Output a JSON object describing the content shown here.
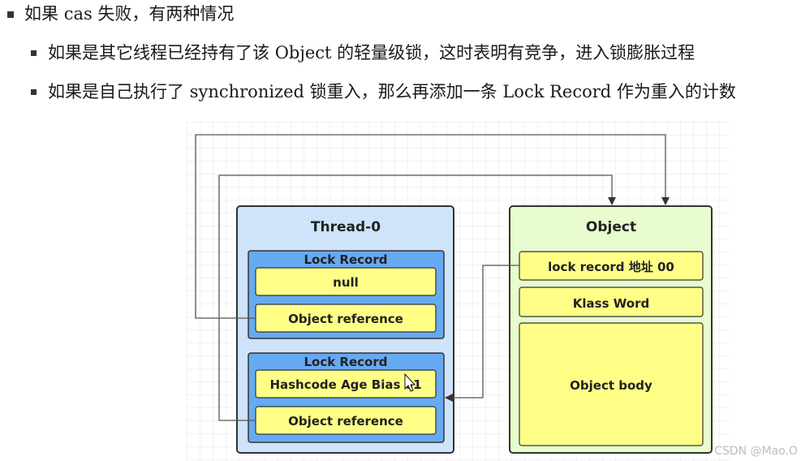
{
  "bullets": [
    {
      "pre": "如果 ",
      "code": "cas",
      "post": " 失败，有两种情况"
    },
    {
      "pre": "如果是其它线程已经持有了该 ",
      "code": "Object",
      "post": " 的轻量级锁，这时表明有竞争，进入锁膨胀过程"
    },
    {
      "pre": "如果是自己执行了 ",
      "code": "synchronized",
      "post": " 锁重入，那么再添加一条 ",
      "code2": "Lock Record",
      "post2": " 作为重入的计数"
    }
  ],
  "diagram": {
    "thread": {
      "title": "Thread-0",
      "records": [
        {
          "title": "Lock Record",
          "field1": "null",
          "field2": "Object reference"
        },
        {
          "title": "Lock Record",
          "field1": "Hashcode Age Bias 01",
          "field2": "Object reference"
        }
      ]
    },
    "object": {
      "title": "Object",
      "field1": "lock  record 地址 00",
      "field2": "Klass Word",
      "body": "Object body"
    },
    "colors": {
      "thread_bg": "#cfe3fb",
      "record_bg": "#66aaf2",
      "field_bg": "#ffff88",
      "object_bg": "#e8fccf"
    }
  },
  "watermark": "CSDN @Mao.O"
}
